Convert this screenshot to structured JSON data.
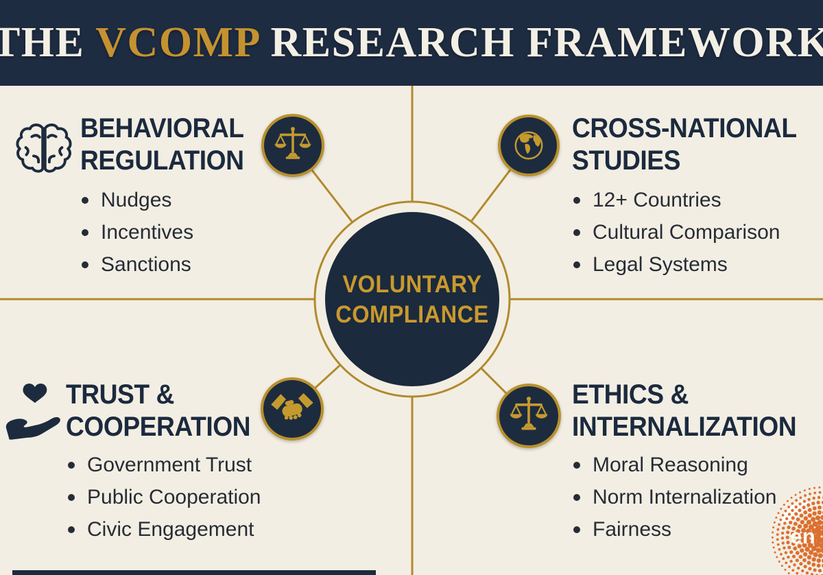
{
  "header": {
    "title_prefix": "THE ",
    "title_highlight": "VCOMP",
    "title_suffix": " RESEARCH FRAMEWORK"
  },
  "center": {
    "line1": "VOLUNTARY",
    "line2": "COMPLIANCE"
  },
  "quadrants": {
    "top_left": {
      "icon": "brain-icon",
      "badge_icon": "scales-icon",
      "title_line1": "BEHAVIORAL",
      "title_line2": "REGULATION",
      "items": [
        "Nudges",
        "Incentives",
        "Sanctions"
      ]
    },
    "top_right": {
      "badge_icon": "globe-icon",
      "title_line1": "CROSS-NATIONAL",
      "title_line2": "STUDIES",
      "items": [
        "12+ Countries",
        "Cultural Comparison",
        "Legal Systems"
      ]
    },
    "bottom_left": {
      "icon": "heart-hand-icon",
      "badge_icon": "handshake-icon",
      "title_line1": "TRUST &",
      "title_line2": "COOPERATION",
      "items": [
        "Government Trust",
        "Public Cooperation",
        "Civic Engagement"
      ]
    },
    "bottom_right": {
      "badge_icon": "scales-icon",
      "title_line1": "ETHICS &",
      "title_line2": "INTERNALIZATION",
      "items": [
        "Moral Reasoning",
        "Norm Internalization",
        "Fairness"
      ]
    }
  },
  "watermark": {
    "text": "en"
  },
  "colors": {
    "navy": "#1e2c42",
    "navy_deep": "#1b2a3c",
    "gold_line": "#b18a2e",
    "gold_bright": "#c49a2f",
    "cream": "#f3eee3",
    "text_dark": "#262c36",
    "logo_orange": "#dc7030"
  }
}
